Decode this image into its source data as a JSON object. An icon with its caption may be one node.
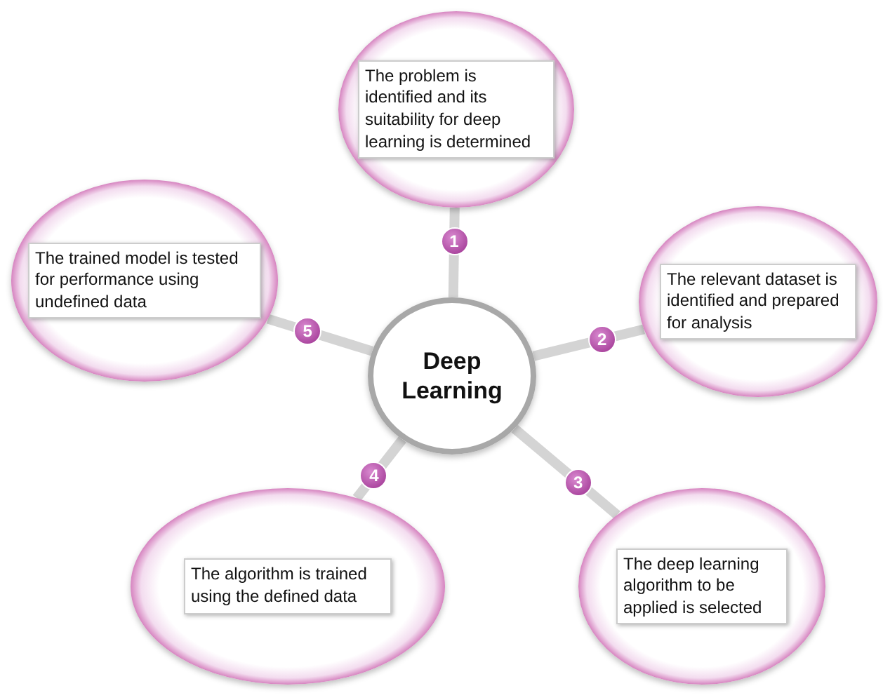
{
  "diagram": {
    "nodes": [
      {
        "text": [
          "Deep Learning"
        ]
      },
      {
        "text": [
          "The problem is identified and its suitability for deep learning is determined"
        ]
      },
      {
        "text": [
          "The relevant dataset is identified and prepared for analysis"
        ]
      },
      {
        "text": [
          "The deep learning algorithm to be applied is selected"
        ]
      },
      {
        "text": [
          "The algorithm is trained using the defined data"
        ]
      },
      {
        "text": [
          "The trained model is tested for performance using undefined data"
        ]
      }
    ],
    "edges": [
      {
        "from": 0,
        "to": 1,
        "arrow": "none",
        "label": "1"
      },
      {
        "from": 0,
        "to": 2,
        "arrow": "none",
        "label": "2"
      },
      {
        "from": 0,
        "to": 3,
        "arrow": "none",
        "label": "3"
      },
      {
        "from": 0,
        "to": 4,
        "arrow": "none",
        "label": "4"
      },
      {
        "from": 0,
        "to": 5,
        "arrow": "none",
        "label": "5"
      }
    ]
  }
}
